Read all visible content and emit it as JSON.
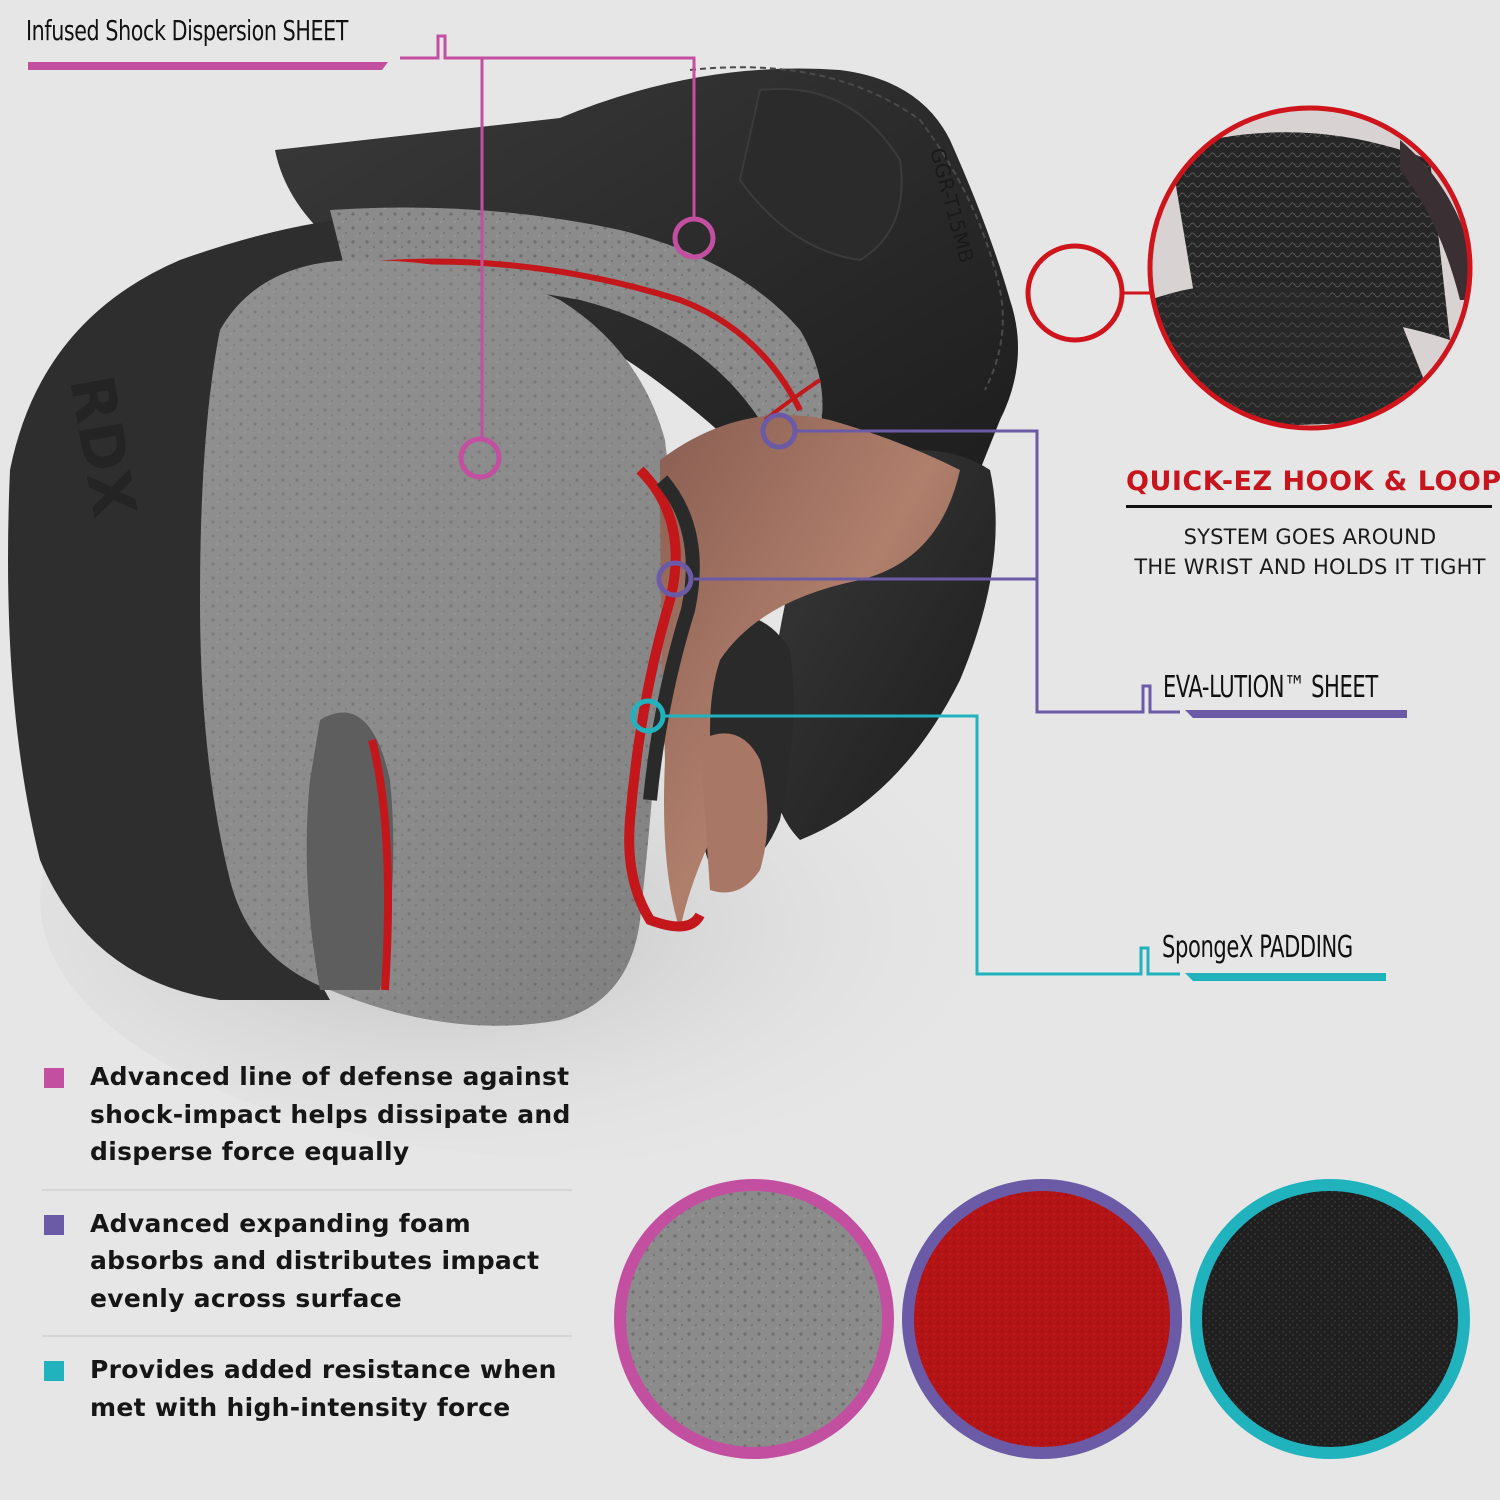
{
  "brand": {
    "logo_text": "RDX",
    "model_text": "GGR-T15MB"
  },
  "colors": {
    "background": "#e6e6e6",
    "shock_sheet": "#c24fa0",
    "eva_sheet": "#6b5aa6",
    "spongex": "#21b3bd",
    "hook_loop": "#d0141c",
    "foam_gray": "#8a8a8a",
    "red_layer": "#c3171b",
    "glove_black": "#262626"
  },
  "callouts": {
    "shock_sheet": {
      "label": "Infused Shock Dispersion SHEET",
      "color": "#c24fa0"
    },
    "eva_sheet": {
      "label": "EVA-LUTION™ SHEET",
      "color": "#6b5aa6"
    },
    "spongex": {
      "label": "SpongeX PADDING",
      "color": "#21b3bd"
    },
    "hook_loop": {
      "title": "QUICK-EZ HOOK & LOOP",
      "description_line1": "SYSTEM GOES AROUND",
      "description_line2": "THE WRIST AND HOLDS IT TIGHT",
      "color": "#d0141c"
    }
  },
  "features": [
    {
      "color": "#c24fa0",
      "text": "Advanced line of defense against shock-impact helps dissipate and disperse force equally"
    },
    {
      "color": "#6b5aa6",
      "text": "Advanced expanding foam absorbs and distributes impact evenly across surface"
    },
    {
      "color": "#21b3bd",
      "text": "Provides added resistance when met with high-intensity force"
    }
  ],
  "swatches": [
    {
      "name": "shock-sheet-foam",
      "ring": "#c24fa0",
      "fill": "#8c8c8c"
    },
    {
      "name": "eva-foam",
      "ring": "#6b5aa6",
      "fill": "#b51315"
    },
    {
      "name": "spongex-foam",
      "ring": "#21b3bd",
      "fill": "#1e1e1e"
    }
  ]
}
